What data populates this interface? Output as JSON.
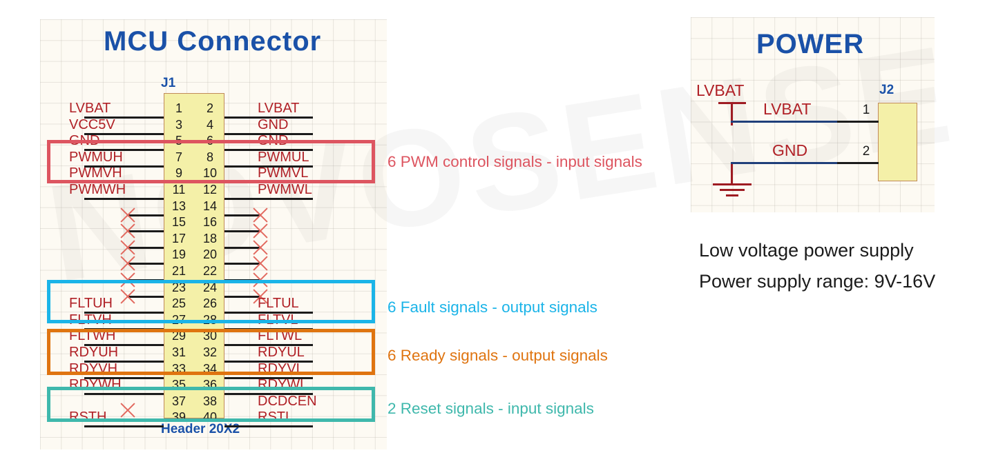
{
  "watermark": {
    "text": "NOVOSENSE"
  },
  "mcu_section": {
    "title": "MCU  Connector",
    "ref_des": "J1",
    "part_name": "Header 20X2",
    "rows": [
      {
        "odd": "1",
        "even": "2",
        "left": "LVBAT",
        "right": "LVBAT"
      },
      {
        "odd": "3",
        "even": "4",
        "left": "VCC5V",
        "right": "GND"
      },
      {
        "odd": "5",
        "even": "6",
        "left": "GND",
        "right": "GND"
      },
      {
        "odd": "7",
        "even": "8",
        "left": "PWMUH",
        "right": "PWMUL"
      },
      {
        "odd": "9",
        "even": "10",
        "left": "PWMVH",
        "right": "PWMVL"
      },
      {
        "odd": "11",
        "even": "12",
        "left": "PWMWH",
        "right": "PWMWL"
      },
      {
        "odd": "13",
        "even": "14",
        "left": "",
        "right": ""
      },
      {
        "odd": "15",
        "even": "16",
        "left": "",
        "right": ""
      },
      {
        "odd": "17",
        "even": "18",
        "left": "",
        "right": ""
      },
      {
        "odd": "19",
        "even": "20",
        "left": "",
        "right": ""
      },
      {
        "odd": "21",
        "even": "22",
        "left": "",
        "right": ""
      },
      {
        "odd": "23",
        "even": "24",
        "left": "",
        "right": ""
      },
      {
        "odd": "25",
        "even": "26",
        "left": "FLTUH",
        "right": "FLTUL"
      },
      {
        "odd": "27",
        "even": "28",
        "left": "FLTVH",
        "right": "FLTVL"
      },
      {
        "odd": "29",
        "even": "30",
        "left": "FLTWH",
        "right": "FLTWL"
      },
      {
        "odd": "31",
        "even": "32",
        "left": "RDYUH",
        "right": "RDYUL"
      },
      {
        "odd": "33",
        "even": "34",
        "left": "RDYVH",
        "right": "RDYVL"
      },
      {
        "odd": "35",
        "even": "36",
        "left": "RDYWH",
        "right": "RDYWL"
      },
      {
        "odd": "37",
        "even": "38",
        "left": "",
        "right": "DCDCEN"
      },
      {
        "odd": "39",
        "even": "40",
        "left": "RSTH",
        "right": "RSTL"
      }
    ],
    "groups": [
      {
        "name": "pwm",
        "label": "6 PWM control signals - input signals",
        "color": "#dd5560"
      },
      {
        "name": "fault",
        "label": "6 Fault signals - output signals",
        "color": "#1bb4e8"
      },
      {
        "name": "ready",
        "label": "6 Ready signals - output signals",
        "color": "#df7410"
      },
      {
        "name": "reset",
        "label": "2 Reset signals - input signals",
        "color": "#3fb8ac"
      }
    ]
  },
  "power_section": {
    "title": "POWER",
    "ref_des": "J2",
    "symbol_lvbat": "LVBAT",
    "nets": [
      {
        "name": "LVBAT",
        "pin": "1"
      },
      {
        "name": "GND",
        "pin": "2"
      }
    ],
    "notes": [
      "Low voltage power supply",
      "Power supply range: 9V-16V"
    ]
  }
}
